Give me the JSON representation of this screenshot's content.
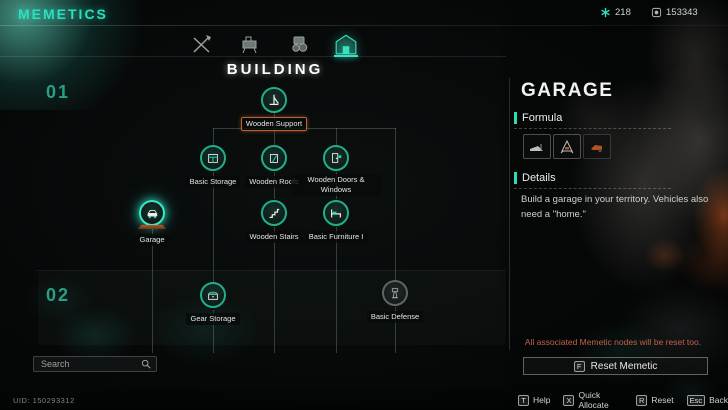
{
  "header": {
    "title": "MEMETICS",
    "currencies": [
      {
        "icon": "memetic-point-icon",
        "value": "218"
      },
      {
        "icon": "energy-link-icon",
        "value": "153343"
      }
    ]
  },
  "tabs": {
    "active_title": "BUILDING",
    "items": [
      {
        "name": "weapons",
        "icon": "weapons-tab-icon",
        "selected": false
      },
      {
        "name": "machinery",
        "icon": "machinery-tab-icon",
        "selected": false
      },
      {
        "name": "equipment",
        "icon": "equipment-tab-icon",
        "selected": false
      },
      {
        "name": "building",
        "icon": "building-tab-icon",
        "selected": true
      }
    ]
  },
  "tree": {
    "tiers": [
      "01",
      "02"
    ],
    "nodes": [
      {
        "label": "Wooden Support",
        "icon": "wooden-support-icon",
        "state": "unlocked-highlighted"
      },
      {
        "label": "Basic Storage",
        "icon": "basic-storage-icon",
        "state": "unlocked"
      },
      {
        "label": "Wooden Roofs",
        "icon": "wooden-roofs-icon",
        "state": "unlocked"
      },
      {
        "label": "Wooden Doors & Windows",
        "icon": "wooden-doors-windows-icon",
        "state": "unlocked"
      },
      {
        "label": "Garage",
        "icon": "garage-icon",
        "state": "selected"
      },
      {
        "label": "Wooden Stairs",
        "icon": "wooden-stairs-icon",
        "state": "unlocked"
      },
      {
        "label": "Basic Furniture I",
        "icon": "basic-furniture-icon",
        "state": "unlocked"
      },
      {
        "label": "Gear Storage",
        "icon": "gear-storage-icon",
        "state": "unlocked"
      },
      {
        "label": "Basic Defense",
        "icon": "basic-defense-icon",
        "state": "locked"
      }
    ]
  },
  "search": {
    "placeholder": "Search",
    "icon": "search-icon"
  },
  "uid": "UID: 150293312",
  "detail_panel": {
    "title": "GARAGE",
    "formula_label": "Formula",
    "formula_slots": [
      {
        "icon": "garage-building-icon"
      },
      {
        "icon": "lift-structure-icon"
      },
      {
        "icon": "vehicle-part-icon"
      }
    ],
    "details_label": "Details",
    "details_text": "Build a garage in your territory. Vehicles also need a \"home.\"",
    "warning": "All associated Memetic nodes will be reset too.",
    "reset_button": {
      "key": "F",
      "label": "Reset Memetic"
    }
  },
  "hotkeys": [
    {
      "key": "T",
      "label": "Help"
    },
    {
      "key": "X",
      "label": "Quick Allocate"
    },
    {
      "key": "R",
      "label": "Reset"
    },
    {
      "key": "Esc",
      "label": "Back"
    }
  ],
  "colors": {
    "accent": "#2ee0c0",
    "warning": "#c4604a",
    "locked": "#5d6663",
    "highlight": "#c36937"
  }
}
